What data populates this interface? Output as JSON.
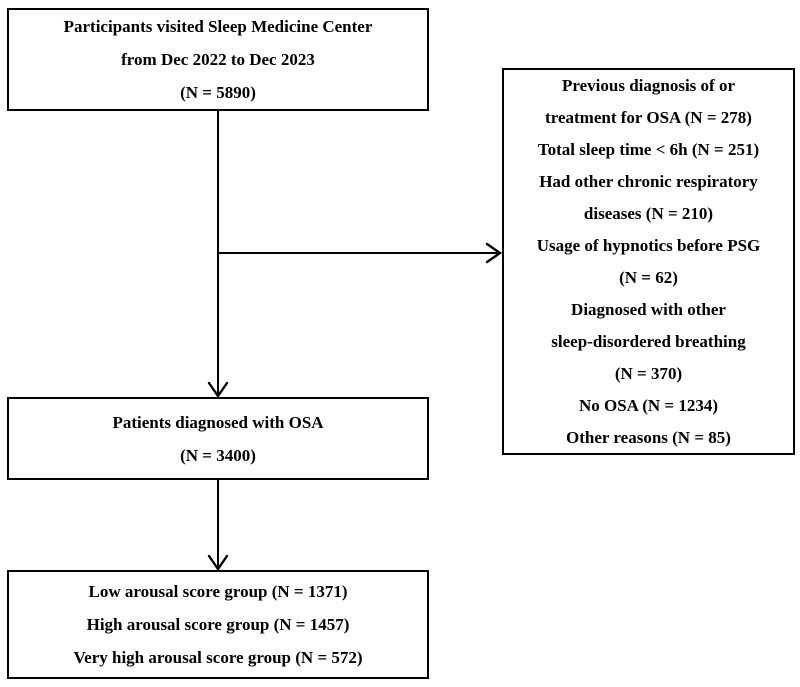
{
  "figure": {
    "type": "flowchart",
    "background_color": "#ffffff",
    "box_border_color": "#000000",
    "text_color": "#000000"
  },
  "boxes": {
    "participants": {
      "label": "participants-visited-box",
      "lines": [
        "Participants visited Sleep Medicine Center",
        "from Dec 2022 to Dec 2023",
        "(N = 5890)"
      ]
    },
    "exclusions": {
      "label": "exclusion-reasons-box",
      "lines": [
        "Previous diagnosis of or",
        "treatment for OSA (N = 278)",
        "Total sleep time < 6h (N = 251)",
        "Had other chronic respiratory",
        "diseases (N = 210)",
        "Usage of hypnotics before PSG",
        "(N = 62)",
        "Diagnosed with other",
        "sleep-disordered breathing",
        "(N = 370)",
        "No OSA (N = 1234)",
        "Other reasons (N = 85)"
      ]
    },
    "diagnosed": {
      "label": "patients-diagnosed-box",
      "lines": [
        "Patients diagnosed with OSA",
        "(N = 3400)"
      ]
    },
    "groups": {
      "label": "arousal-score-groups-box",
      "lines": [
        "Low arousal score group (N = 1371)",
        "High arousal score group (N = 1457)",
        "Very high arousal score group (N = 572)"
      ]
    }
  },
  "flow": {
    "arrow_1": "participants-to-diagnosed",
    "arrow_2": "branch-to-exclusions",
    "arrow_3": "diagnosed-to-groups"
  }
}
